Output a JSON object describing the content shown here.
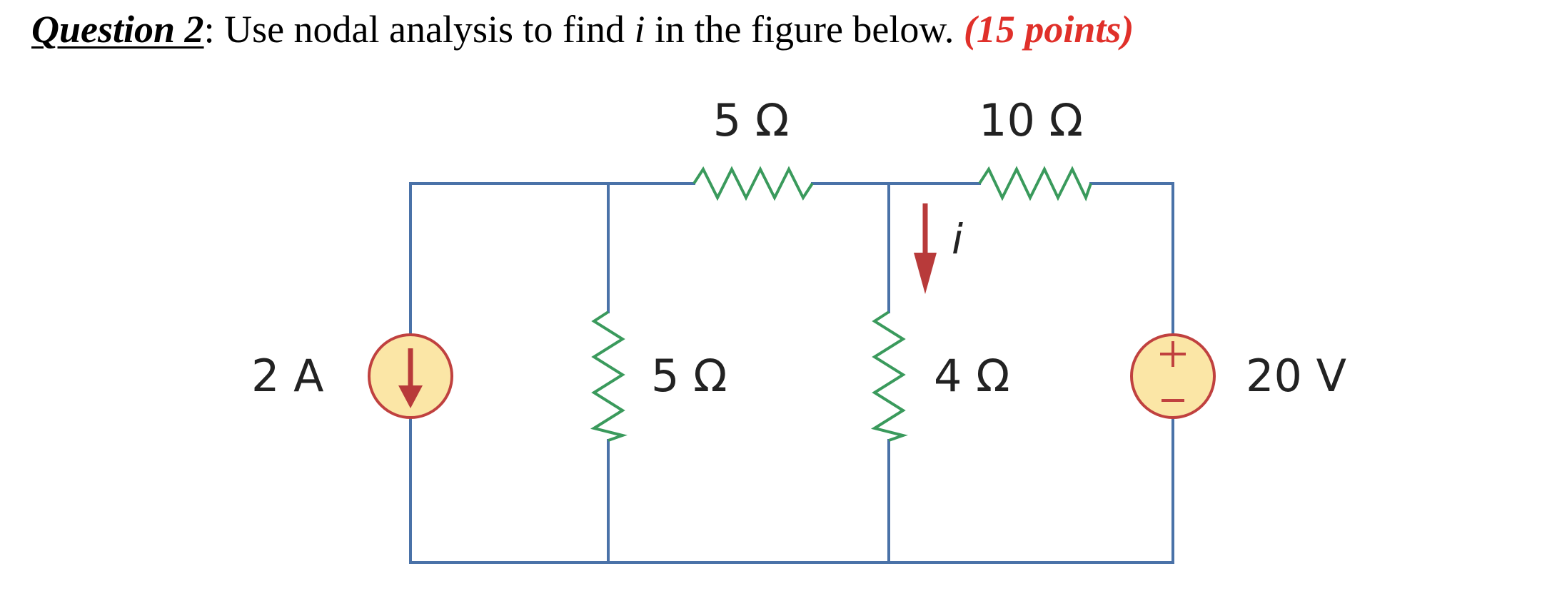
{
  "question": {
    "label": "Question 2",
    "colon": ":",
    "text_before": " Use nodal analysis to find ",
    "variable": "i",
    "text_after": " in the figure below. ",
    "points": "(15 points)"
  },
  "circuit": {
    "labels": {
      "r_top_left": "5 Ω",
      "r_top_right": "10 Ω",
      "r_mid_left": "5 Ω",
      "r_mid_right": "4 Ω",
      "current_source": "2 A",
      "voltage_source": "20 V",
      "current_arrow": "i"
    },
    "colors": {
      "wire": "#4a72a8",
      "resistor": "#3a9a5c",
      "source_fill": "#fbe6a6",
      "source_stroke": "#c0413f",
      "arrow": "#b83a3a"
    }
  }
}
